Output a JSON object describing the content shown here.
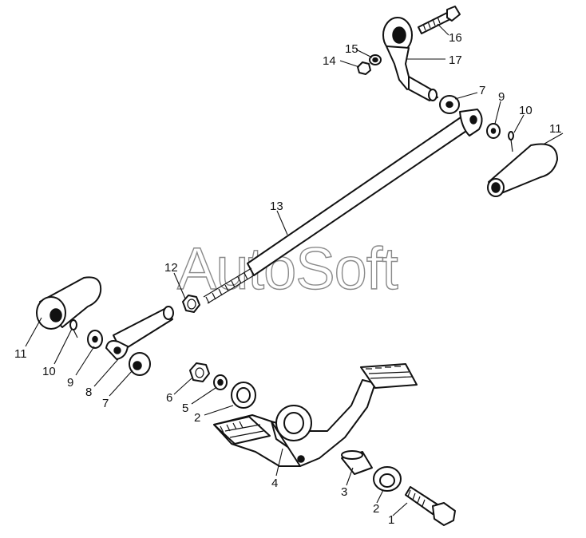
{
  "watermark": "AutoSoft",
  "labels": {
    "l1": "1",
    "l2a": "2",
    "l2b": "2",
    "l3": "3",
    "l4": "4",
    "l5": "5",
    "l6": "6",
    "l7a": "7",
    "l7b": "7",
    "l8": "8",
    "l9a": "9",
    "l9b": "9",
    "l10a": "10",
    "l10b": "10",
    "l11a": "11",
    "l11b": "11",
    "l12": "12",
    "l13": "13",
    "l14": "14",
    "l15": "15",
    "l16": "16",
    "l17": "17"
  }
}
